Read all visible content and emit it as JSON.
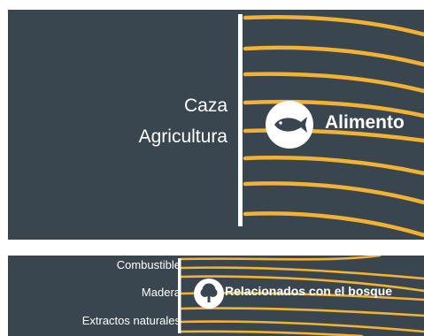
{
  "sections": [
    {
      "category": "Alimento",
      "items": [
        "Caza",
        "Agricultura"
      ],
      "icon": "fish-icon"
    },
    {
      "category": "Relacionados con el bosque",
      "items": [
        "Combustible",
        "Madera",
        "Extractos naturales"
      ],
      "icon": "tree-icon"
    }
  ],
  "colors": {
    "background": "#3a464f",
    "line": "#f2b233",
    "text": "#ffffff"
  }
}
